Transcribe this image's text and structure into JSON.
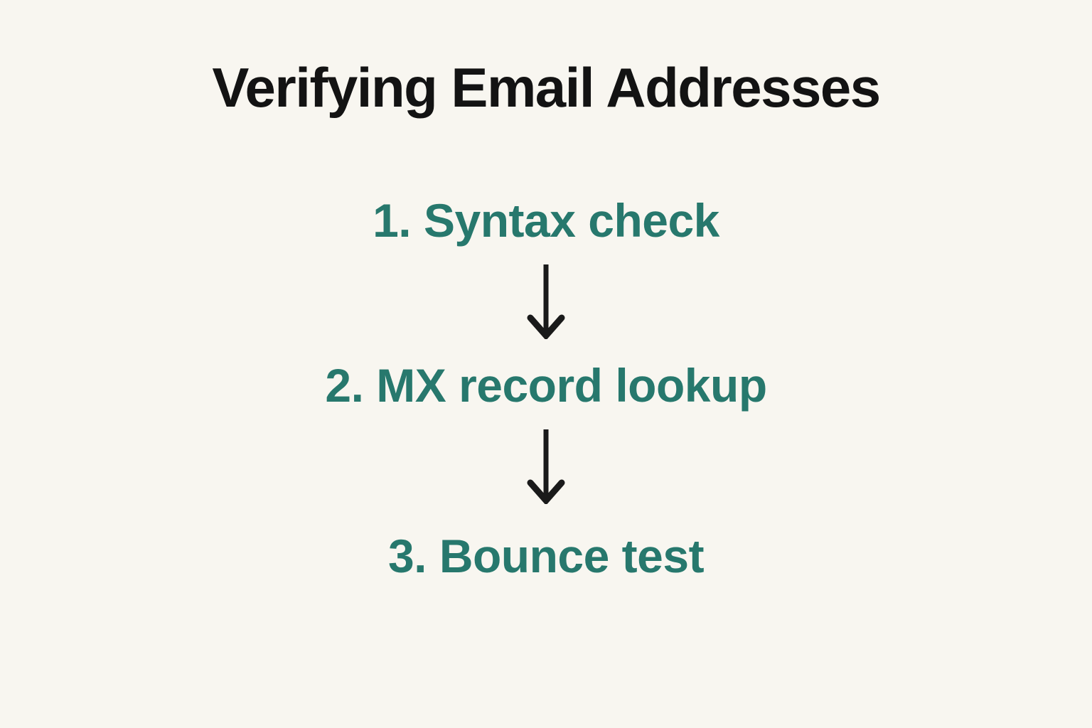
{
  "title": "Verifying Email Addresses",
  "steps": [
    {
      "label": "1. Syntax check"
    },
    {
      "label": "2. MX record lookup"
    },
    {
      "label": "3. Bounce test"
    }
  ],
  "icons": {
    "connector": "down-arrow-icon"
  },
  "colors": {
    "background": "#f8f6f0",
    "title": "#131313",
    "accent": "#27786d",
    "arrow": "#1a1a1a"
  }
}
